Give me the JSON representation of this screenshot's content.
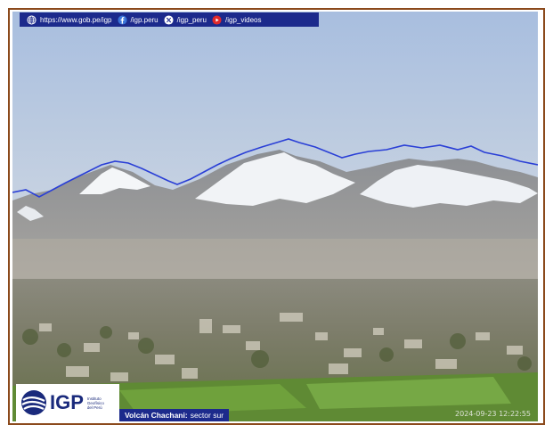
{
  "social_bar": {
    "website": "https://www.gob.pe/igp",
    "facebook": "/igp.peru",
    "x": "/igp_peru",
    "youtube": "/igp_videos"
  },
  "logo": {
    "name": "IGP",
    "subtitle_line1": "Instituto",
    "subtitle_line2": "Geofísico",
    "subtitle_line3": "del Perú"
  },
  "caption": {
    "title": "Volcán Chachani:",
    "subtitle": "sector sur"
  },
  "timestamp": "2024-09-23 12:22:55",
  "colors": {
    "frame_border": "#8b4a1c",
    "bar_blue": "#1c2a8c",
    "ridge_line": "#2a3fd6",
    "logo_blue": "#1a2a7c"
  },
  "icons": {
    "website": "globe-icon",
    "facebook": "facebook-icon",
    "x": "x-icon",
    "youtube": "youtube-icon",
    "logo": "igp-logo-icon"
  }
}
